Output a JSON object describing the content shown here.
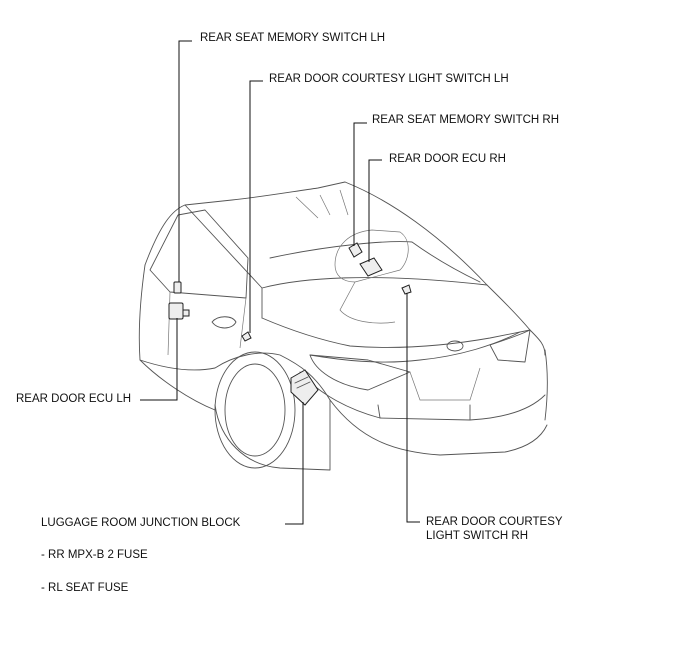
{
  "labels": {
    "rear_seat_memory_switch_lh": "REAR SEAT MEMORY SWITCH LH",
    "rear_door_courtesy_light_switch_lh": "REAR DOOR COURTESY LIGHT SWITCH LH",
    "rear_seat_memory_switch_rh": "REAR SEAT MEMORY SWITCH RH",
    "rear_door_ecu_rh": "REAR DOOR ECU RH",
    "rear_door_ecu_lh": "REAR DOOR ECU LH",
    "luggage_room_junction_block": "LUGGAGE ROOM JUNCTION BLOCK",
    "rr_mpx_b2_fuse": "- RR MPX-B 2 FUSE",
    "rl_seat_fuse": "- RL SEAT FUSE",
    "rear_door_courtesy_light_switch_rh_line1": "REAR DOOR COURTESY",
    "rear_door_courtesy_light_switch_rh_line2": "LIGHT SWITCH RH"
  }
}
